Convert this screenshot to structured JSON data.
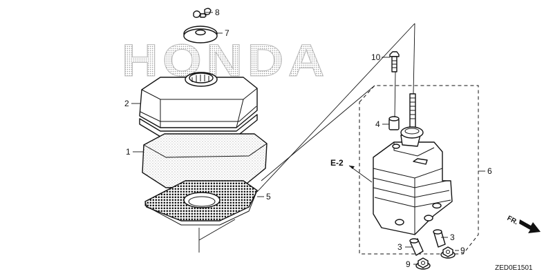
{
  "logo_text": "HONDA",
  "callouts": [
    {
      "id": "c8",
      "label": "8"
    },
    {
      "id": "c7",
      "label": "7"
    },
    {
      "id": "c2",
      "label": "2"
    },
    {
      "id": "c1",
      "label": "1"
    },
    {
      "id": "c5",
      "label": "5"
    },
    {
      "id": "c10",
      "label": "10"
    },
    {
      "id": "c4",
      "label": "4"
    },
    {
      "id": "c6",
      "label": "6"
    },
    {
      "id": "c3a",
      "label": "3"
    },
    {
      "id": "c3b",
      "label": "3"
    },
    {
      "id": "c9a",
      "label": "9"
    },
    {
      "id": "c9b",
      "label": "9"
    }
  ],
  "reference": "E-2",
  "front_marker": "FR.",
  "diagram_code": "ZED0E1501"
}
